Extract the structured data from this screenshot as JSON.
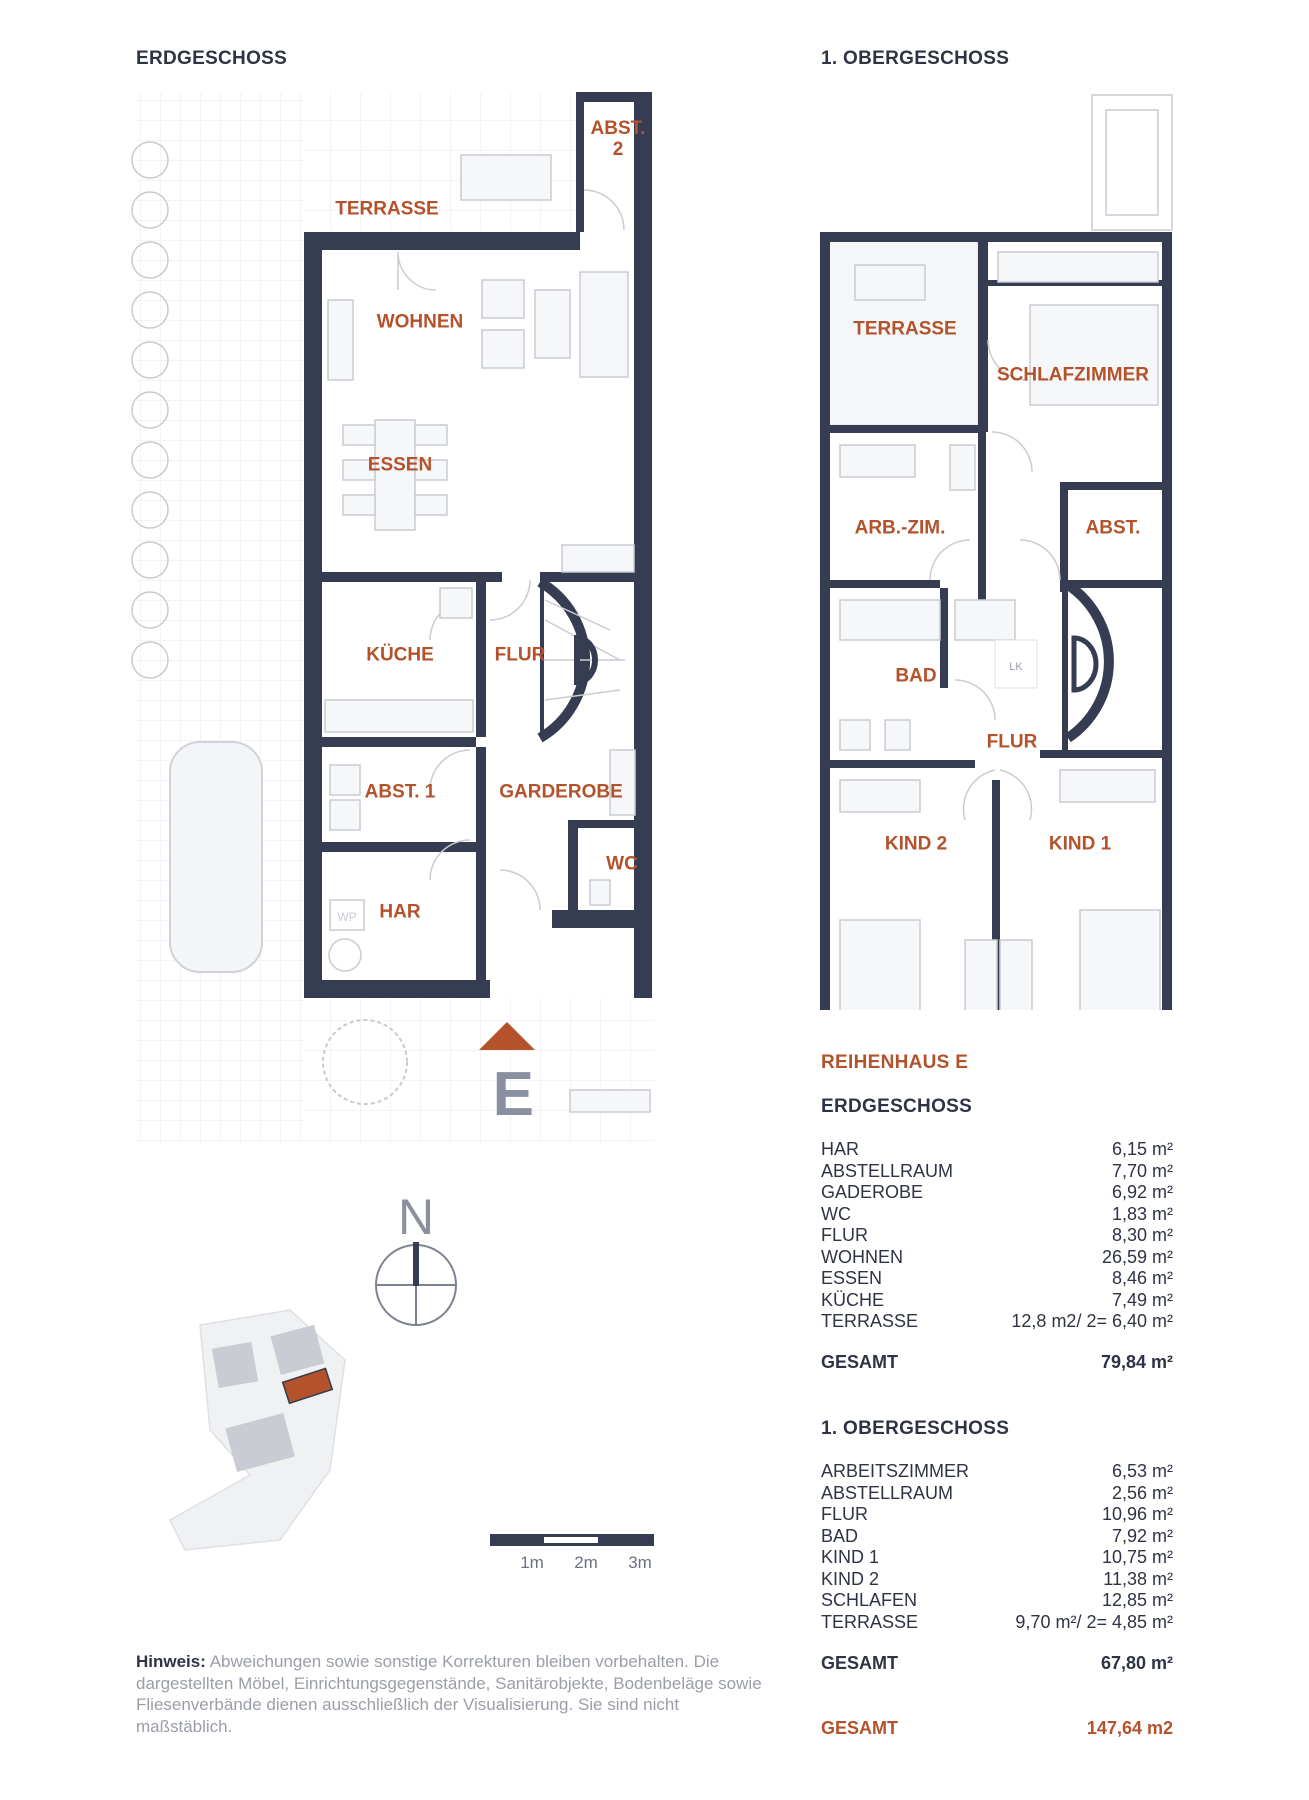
{
  "ground_floor": {
    "title": "ERDGESCHOSS",
    "rooms": {
      "abst2": "ABST.\n2",
      "terrasse": "TERRASSE",
      "wohnen": "WOHNEN",
      "essen": "ESSEN",
      "kueche": "KÜCHE",
      "flur": "FLUR",
      "abst1": "ABST. 1",
      "garderobe": "GARDEROBE",
      "wc": "WC",
      "har": "HAR"
    },
    "heat_pump_label": "WP",
    "entrance_letter": "E"
  },
  "upper_floor": {
    "title": "1. OBERGESCHOSS",
    "rooms": {
      "terrasse": "TERRASSE",
      "schlafzimmer": "SCHLAFZIMMER",
      "arbzim": "ARB.-ZIM.",
      "abst": "ABST.",
      "bad": "BAD",
      "flur": "FLUR",
      "kind2": "KIND 2",
      "kind1": "KIND 1"
    },
    "shaft_label": "LK"
  },
  "compass": {
    "north": "N"
  },
  "scale_bar": {
    "labels": [
      "1m",
      "2m",
      "3m"
    ]
  },
  "area_list": {
    "house_title": "REIHENHAUS E",
    "ground": {
      "heading": "ERDGESCHOSS",
      "rows": [
        {
          "name": "HAR",
          "value": "6,15 m²"
        },
        {
          "name": "ABSTELLRAUM",
          "value": "7,70 m²"
        },
        {
          "name": "GADEROBE",
          "value": "6,92 m²"
        },
        {
          "name": "WC",
          "value": "1,83 m²"
        },
        {
          "name": "FLUR",
          "value": "8,30 m²"
        },
        {
          "name": "WOHNEN",
          "value": "26,59 m²"
        },
        {
          "name": "ESSEN",
          "value": "8,46 m²"
        },
        {
          "name": "KÜCHE",
          "value": "7,49 m²"
        },
        {
          "name": "TERRASSE",
          "value": "12,8 m2/ 2= 6,40 m²"
        }
      ],
      "total_label": "GESAMT",
      "total_value": "79,84 m²"
    },
    "upper": {
      "heading": "1. OBERGESCHOSS",
      "rows": [
        {
          "name": "ARBEITSZIMMER",
          "value": "6,53 m²"
        },
        {
          "name": "ABSTELLRAUM",
          "value": "2,56 m²"
        },
        {
          "name": "FLUR",
          "value": "10,96 m²"
        },
        {
          "name": "BAD",
          "value": "7,92 m²"
        },
        {
          "name": "KIND 1",
          "value": "10,75 m²"
        },
        {
          "name": "KIND 2",
          "value": "11,38 m²"
        },
        {
          "name": "SCHLAFEN",
          "value": "12,85 m²"
        },
        {
          "name": "TERRASSE",
          "value": "9,70 m²/ 2= 4,85 m²"
        }
      ],
      "total_label": "GESAMT",
      "total_value": "67,80 m²"
    },
    "grand_total_label": "GESAMT",
    "grand_total_value": "147,64 m2"
  },
  "note": {
    "label": "Hinweis:",
    "text": "Abweichungen sowie sonstige Korrekturen bleiben vorbehalten. Die dargestellten Möbel, Einrichtungsgegenstände, Sanitärobjekte, Bodenbeläge sowie Fliesenverbände dienen ausschließlich der Visualisierung. Sie sind nicht maßstäblich."
  },
  "colors": {
    "wall": "#363c52",
    "accent": "#b3522b",
    "furniture": "#c9ccd3",
    "grid": "#e3e5ea"
  }
}
